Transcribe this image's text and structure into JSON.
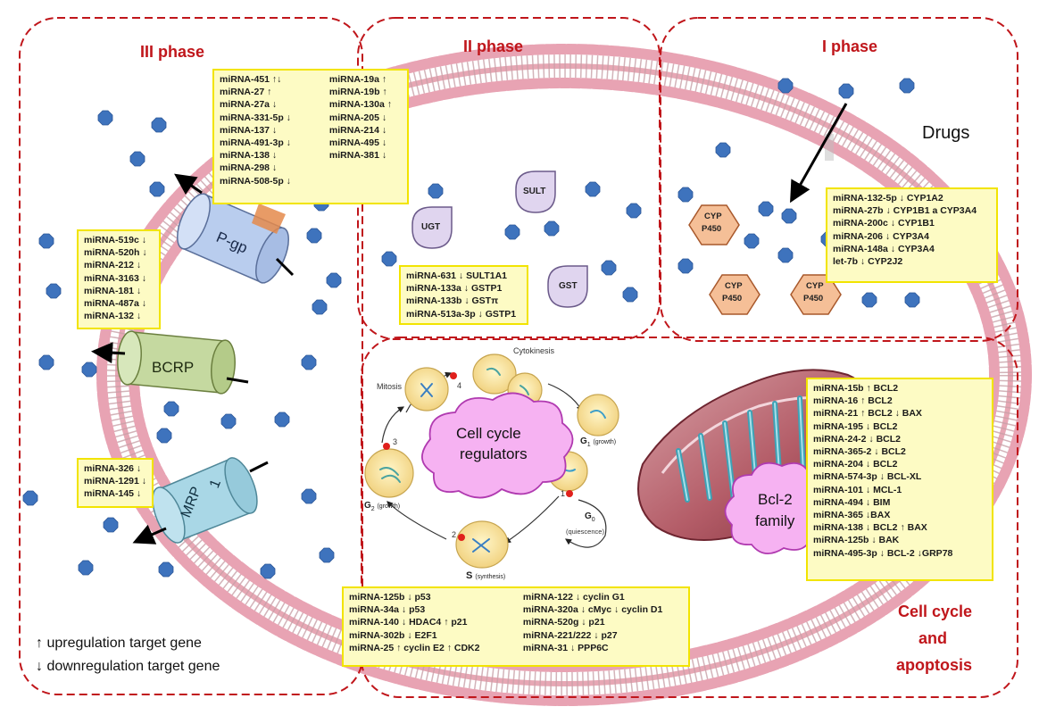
{
  "phases": {
    "phase3": "III phase",
    "phase2": "II phase",
    "phase1": "I phase",
    "cellcycle_line1": "Cell cycle",
    "cellcycle_line2": "and",
    "cellcycle_line3": "apoptosis"
  },
  "labels": {
    "drugs": "Drugs",
    "pgp": "P-gp",
    "bcrp": "BCRP",
    "mrp": "MRP",
    "mrp_num": "1",
    "ugt": "UGT",
    "sult": "SULT",
    "gst": "GST",
    "cyp": "CYP",
    "p450": "P450",
    "cytokinesis": "Cytokinesis",
    "mitosis": "Mitosis",
    "g1": "G",
    "g1_sub": "1",
    "g1_note": "(growth)",
    "g0": "G",
    "g0_sub": "0",
    "g0_note": "(quiescence)",
    "s": "S",
    "s_note": "(synthesis)",
    "g2": "G",
    "g2_sub": "2",
    "g2_note": "(growth)",
    "step1": "1",
    "step2": "2",
    "step3": "3",
    "step4": "4",
    "cloud1_line1": "Cell cycle",
    "cloud1_line2": "regulators",
    "cloud2_line1": "Bcl-2",
    "cloud2_line2": "family"
  },
  "boxes": {
    "pgp_left": [
      "miRNA-451 ↑↓",
      "miRNA-27 ↑",
      "miRNA-27a ↓",
      "miRNA-331-5p ↓",
      "miRNA-137 ↓",
      "miRNA-491-3p ↓",
      "miRNA-138 ↓",
      "miRNA-298 ↓",
      "miRNA-508-5p ↓"
    ],
    "pgp_right": [
      "miRNA-19a ↑",
      "miRNA-19b ↑",
      "miRNA-130a ↑",
      "miRNA-205 ↓",
      "miRNA-214 ↓",
      "miRNA-495 ↓",
      "miRNA-381 ↓"
    ],
    "bcrp": [
      "miRNA-519c ↓",
      "miRNA-520h ↓",
      "miRNA-212 ↓",
      "miRNA-3163 ↓",
      "miRNA-181 ↓",
      "miRNA-487a ↓",
      "miRNA-132 ↓"
    ],
    "mrp": [
      "miRNA-326 ↓",
      "miRNA-1291 ↓",
      "miRNA-145 ↓"
    ],
    "phase2": [
      "miRNA-631 ↓ SULT1A1",
      "miRNA-133a ↓ GSTP1",
      "miRNA-133b ↓ GSTπ",
      "miRNA-513a-3p ↓ GSTP1"
    ],
    "phase1": [
      "miRNA-132-5p ↓ CYP1A2",
      "miRNA-27b ↓ CYP1B1 a CYP3A4",
      "miRNA-200c ↓ CYP1B1",
      "miRNA-206 ↓ CYP3A4",
      "miRNA-148a ↓ CYP3A4",
      "let-7b ↓ CYP2J2"
    ],
    "bcl2": [
      "miRNA-15b ↑ BCL2",
      "miRNA-16 ↑ BCL2",
      "miRNA-21 ↑ BCL2 ↓ BAX",
      "miRNA-195 ↓ BCL2",
      "miRNA-24-2 ↓ BCL2",
      "miRNA-365-2 ↓ BCL2",
      "miRNA-204 ↓ BCL2",
      "miRNA-574-3p ↓ BCL-XL",
      "miRNA-101 ↓ MCL-1",
      "miRNA-494 ↓ BIM",
      "miRNA-365 ↓BAX",
      "miRNA-138 ↓ BCL2 ↑ BAX",
      "miRNA-125b ↓ BAK",
      "miRNA-495-3p ↓ BCL-2 ↓GRP78"
    ],
    "cycle_left": [
      "miRNA-125b ↓ p53",
      "miRNA-34a ↓ p53",
      "miRNA-140 ↓ HDAC4 ↑ p21",
      "miRNA-302b ↓ E2F1",
      "miRNA-25 ↑ cyclin E2 ↑ CDK2"
    ],
    "cycle_right": [
      "miRNA-122 ↓ cyclin G1",
      "miRNA-320a ↓ cMyc ↓ cyclin D1",
      "miRNA-520g ↓ p21",
      "miRNA-221/222 ↓ p27",
      "miRNA-31 ↓ PPP6C"
    ]
  },
  "legend": {
    "up": "↑ upregulation target gene",
    "down": "↓ downregulation target gene"
  },
  "colors": {
    "phase_border": "#c0161b",
    "box_fill": "#fdfbc4",
    "box_border": "#f2e400",
    "drug_dot": "#3e73bd",
    "membrane": "#e7a7b4",
    "pgp": "#b9cdee",
    "bcrp": "#c5d9a0",
    "mrp": "#a9d7e6",
    "enzyme": "#e0d5ef",
    "cyp": "#f5bf97",
    "cloud": "#f6b2f2"
  }
}
